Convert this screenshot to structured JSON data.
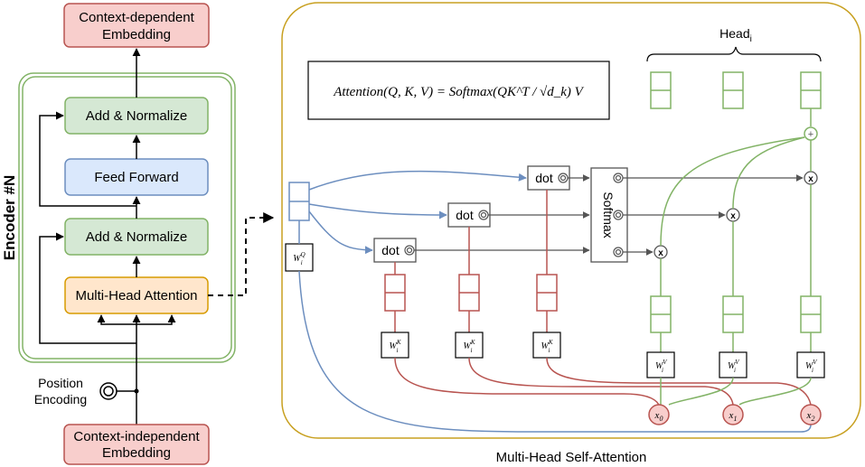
{
  "encoder": {
    "title": "Encoder #N",
    "top_block": {
      "line1": "Context-dependent",
      "line2": "Embedding"
    },
    "add_norm_top": "Add & Normalize",
    "feed_forward": "Feed Forward",
    "add_norm_bottom": "Add & Normalize",
    "multi_head_attention": "Multi-Head Attention",
    "position_encoding": {
      "line1": "Position",
      "line2": "Encoding"
    },
    "bottom_block": {
      "line1": "Context-independent",
      "line2": "Embedding"
    }
  },
  "attention_panel": {
    "caption": "Multi-Head Self-Attention",
    "formula": "Attention(Q, K, V) = Softmax(QK^T / √d_k) V",
    "head_label": {
      "base": "Head",
      "sub": "i"
    },
    "softmax": "Softmax",
    "dot": "dot",
    "plus": "+",
    "times": "x",
    "weights": {
      "q": "W",
      "k": "W",
      "v": "W",
      "sub": "i",
      "q_sup": "Q",
      "k_sup": "K",
      "v_sup": "V"
    },
    "inputs": [
      {
        "base": "x",
        "sub": "0"
      },
      {
        "base": "x",
        "sub": "1"
      },
      {
        "base": "x",
        "sub": "2"
      }
    ]
  },
  "colors": {
    "green_border": "#82b366",
    "green_fill": "#d5e8d4",
    "blue_border": "#6c8ebf",
    "blue_fill": "#dae8fc",
    "red_border": "#b85450",
    "red_fill": "#f8cecc",
    "orange_border": "#d79b00",
    "orange_fill": "#ffe6cc",
    "gold_border": "#c8a020"
  }
}
